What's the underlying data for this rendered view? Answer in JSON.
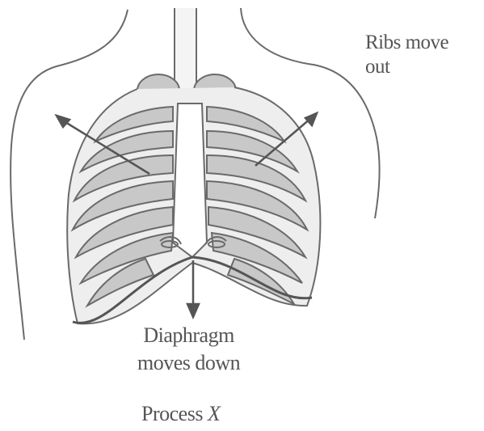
{
  "labels": {
    "ribs_line1": "Ribs move",
    "ribs_line2": "out",
    "diaphragm_line1": "Diaphragm",
    "diaphragm_line2": "moves down",
    "process_word": "Process",
    "process_letter": "X"
  },
  "colors": {
    "outline": "#6a6a6a",
    "rib_fill": "#c8c8c8",
    "lung_fill": "#d6d6d6",
    "text": "#555555"
  }
}
